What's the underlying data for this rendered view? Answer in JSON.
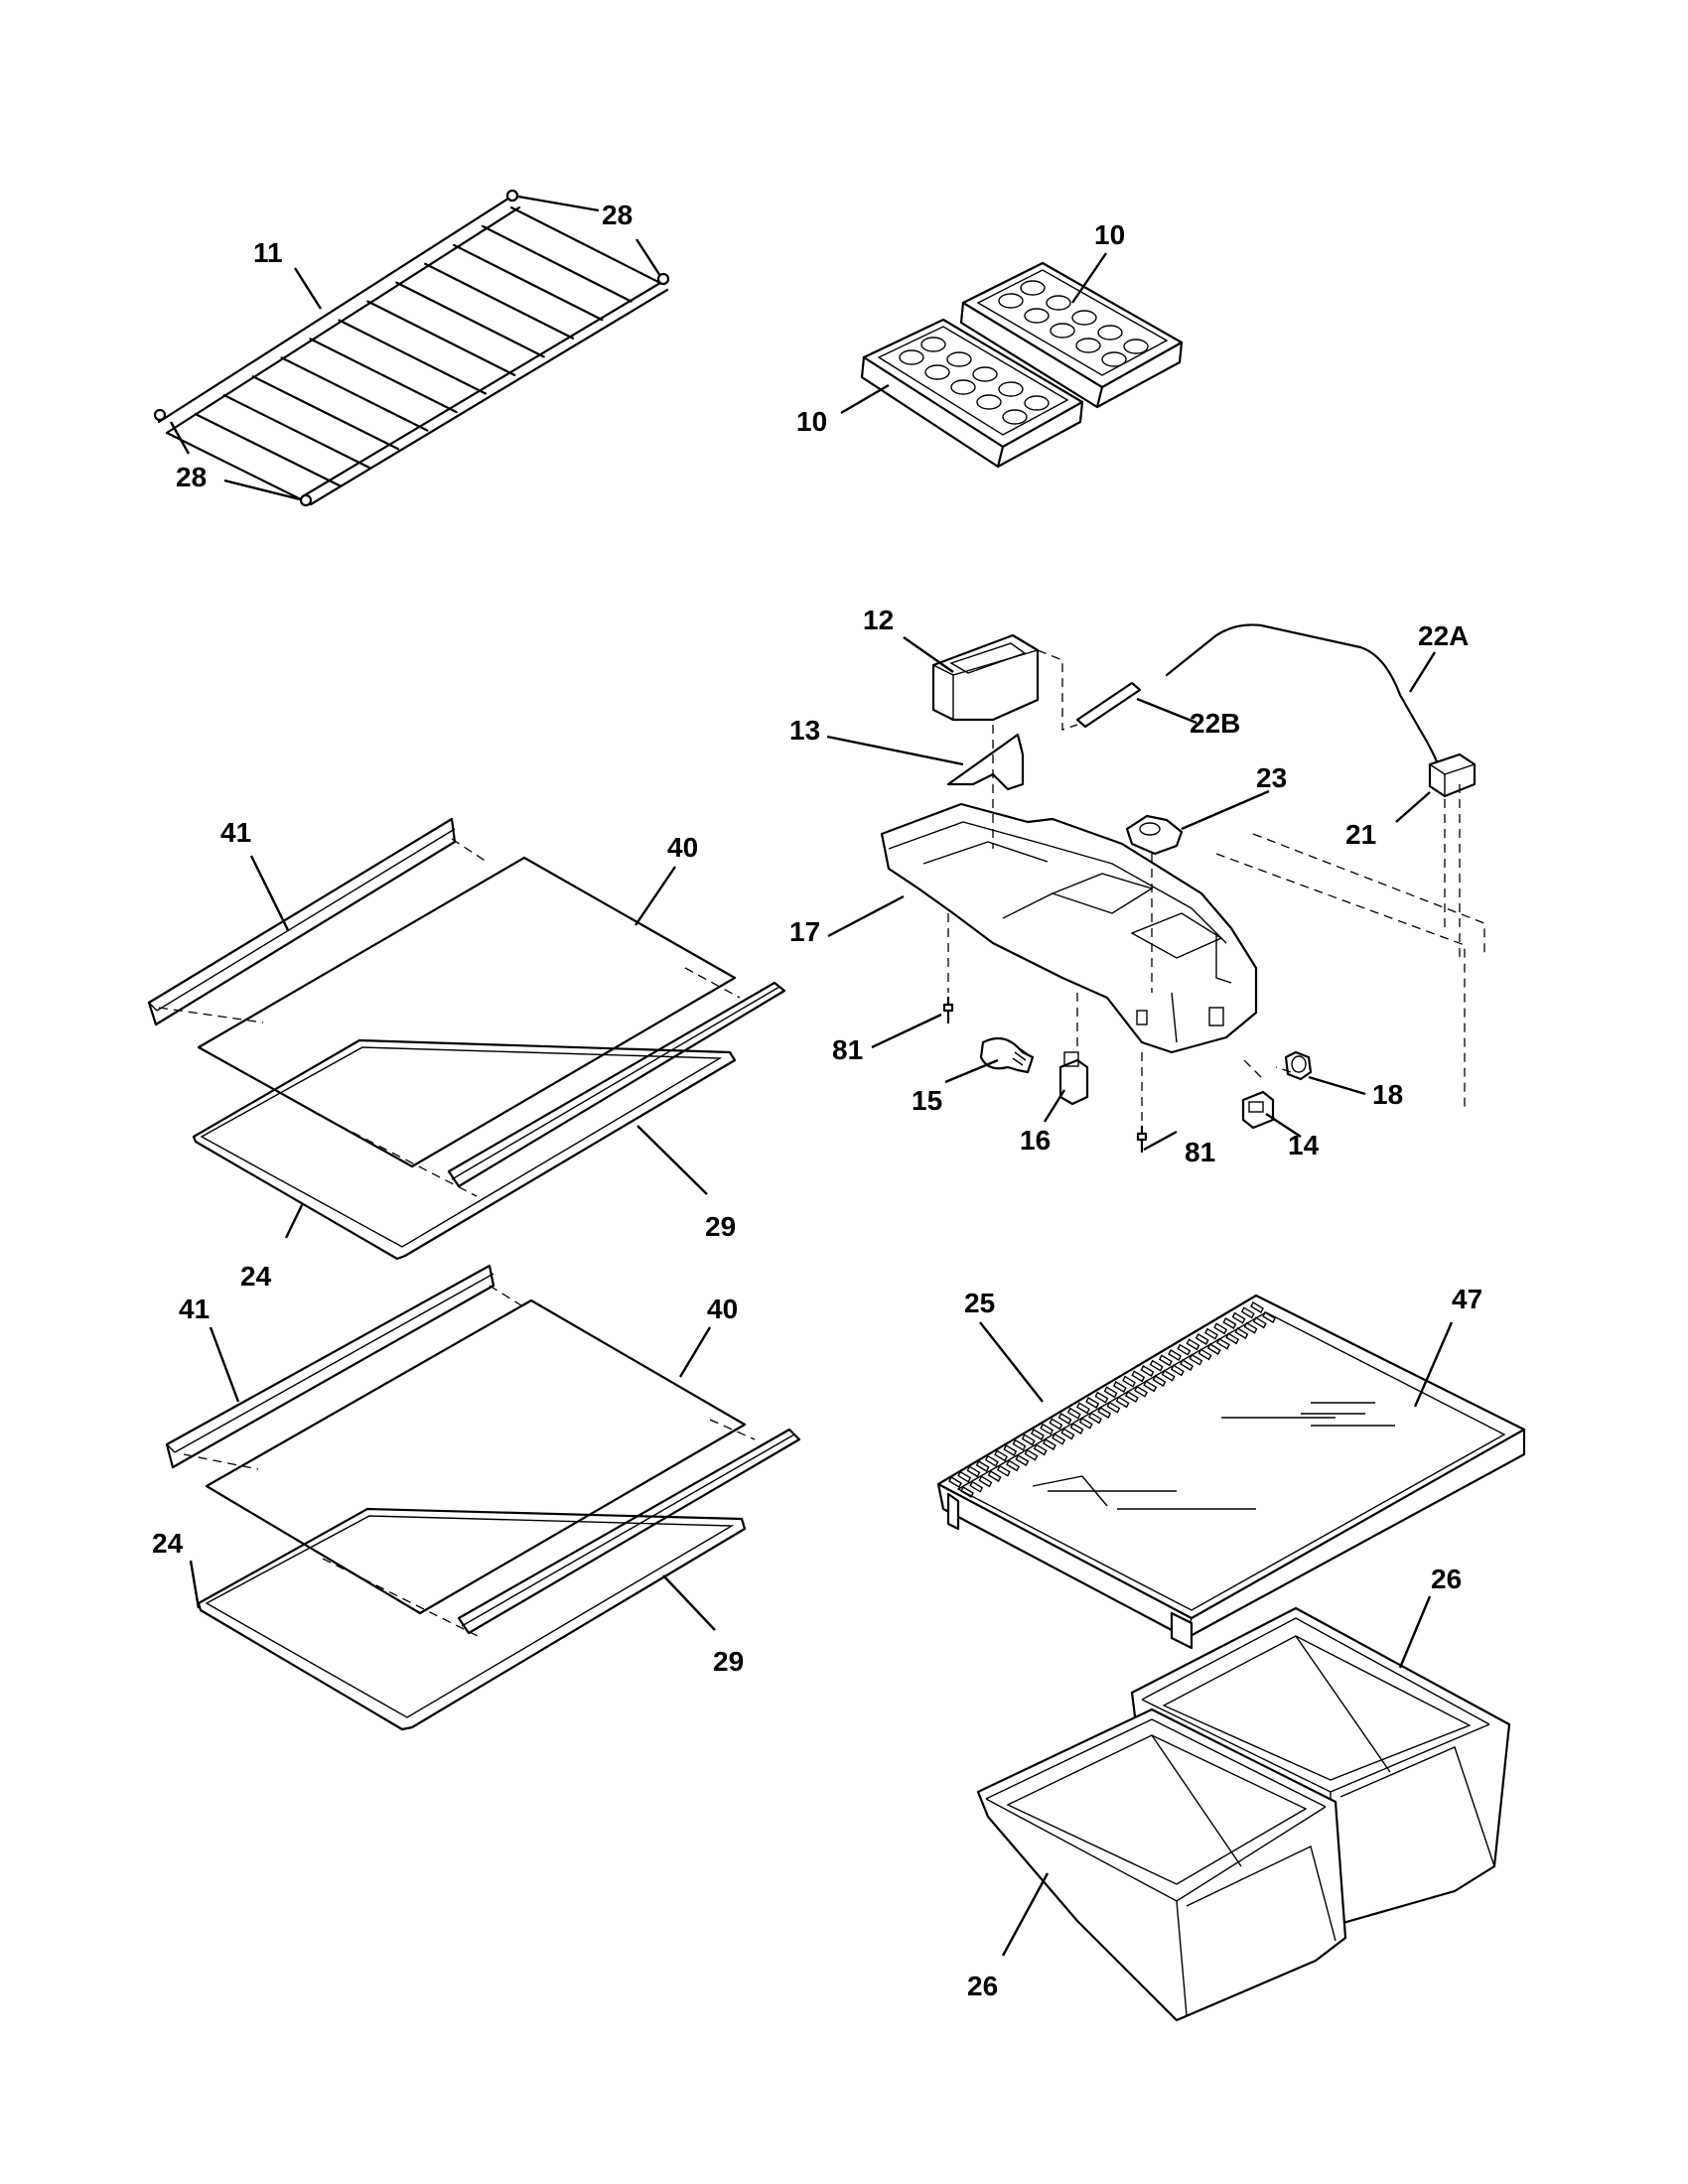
{
  "callouts": {
    "c28a": "28",
    "c11": "11",
    "c28b": "28",
    "c10a": "10",
    "c10b": "10",
    "c12": "12",
    "c22a": "22A",
    "c13": "13",
    "c22b": "22B",
    "c23": "23",
    "c21": "21",
    "c17": "17",
    "c81a": "81",
    "c15": "15",
    "c16": "16",
    "c81b": "81",
    "c14": "14",
    "c18": "18",
    "c41a": "41",
    "c40a": "40",
    "c29a": "29",
    "c24a": "24",
    "c41b": "41",
    "c40b": "40",
    "c24b": "24",
    "c29b": "29",
    "c25": "25",
    "c47": "47",
    "c26a": "26",
    "c26b": "26"
  }
}
